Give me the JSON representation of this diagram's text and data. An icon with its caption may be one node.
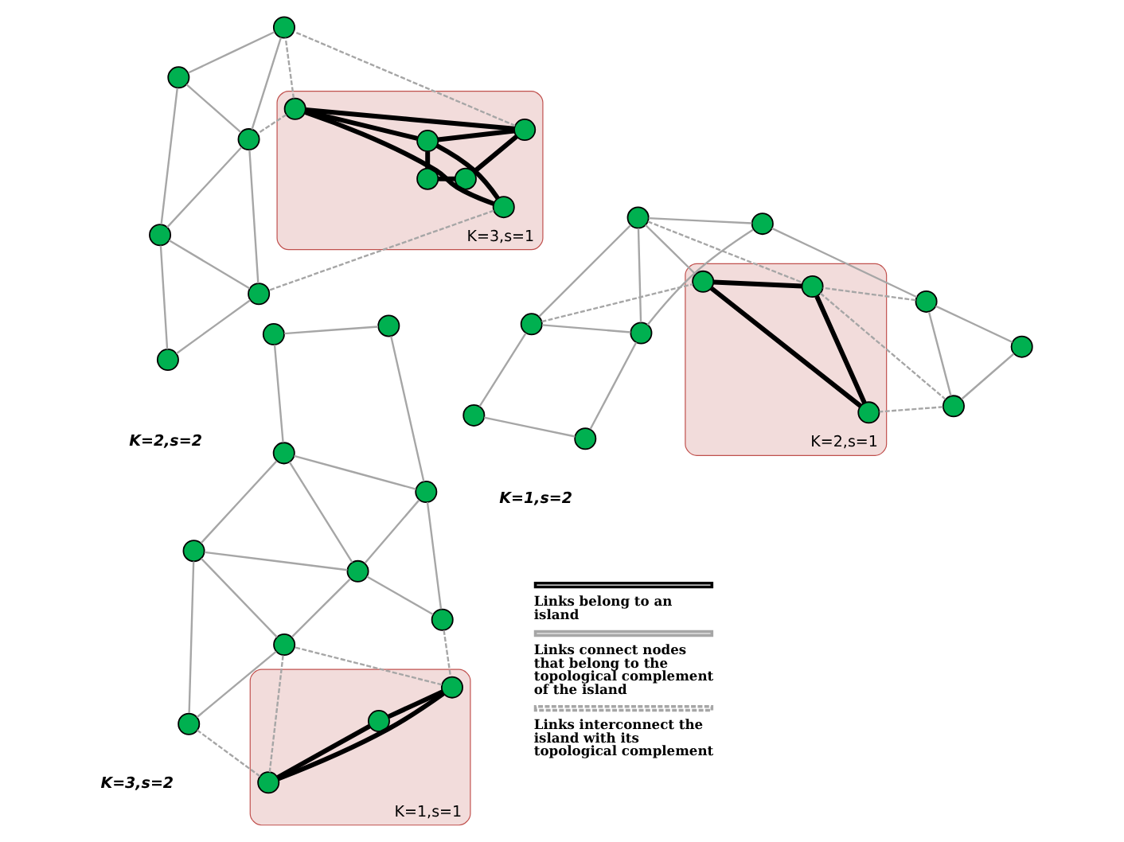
{
  "diagram": {
    "nodes": [
      {
        "text": [
          "K=1,s=1"
        ]
      },
      {
        "text": [],
        "shape": "circle"
      },
      {
        "text": [],
        "shape": "circle"
      },
      {
        "text": [],
        "shape": "circle"
      },
      {
        "text": [],
        "shape": "circle"
      },
      {
        "text": [],
        "shape": "circle"
      },
      {
        "text": [],
        "shape": "circle"
      },
      {
        "text": [],
        "shape": "circle"
      },
      {
        "text": [],
        "shape": "circle",
        "in": 0
      },
      {
        "text": [],
        "shape": "circle",
        "in": 0
      },
      {
        "text": [],
        "shape": "circle",
        "in": 0
      },
      {
        "text": [],
        "shape": "circle"
      },
      {
        "text": [],
        "shape": "circle"
      },
      {
        "text": [
          "K=2,s=1"
        ]
      },
      {
        "text": [],
        "shape": "circle"
      },
      {
        "text": [],
        "shape": "circle"
      },
      {
        "text": [],
        "shape": "circle"
      },
      {
        "text": [],
        "shape": "circle"
      },
      {
        "text": [],
        "shape": "circle"
      },
      {
        "text": [],
        "shape": "circle"
      },
      {
        "text": [],
        "shape": "circle",
        "in": 13
      },
      {
        "text": [],
        "shape": "circle"
      },
      {
        "text": [],
        "shape": "circle"
      },
      {
        "text": [],
        "shape": "circle"
      },
      {
        "text": [],
        "shape": "circle",
        "in": 13
      },
      {
        "text": [],
        "shape": "circle",
        "in": 13
      },
      {
        "text": [
          "K=3,s=1"
        ]
      },
      {
        "text": [],
        "shape": "circle",
        "in": 26
      },
      {
        "text": [],
        "shape": "circle",
        "in": 26
      },
      {
        "text": [],
        "shape": "circle",
        "in": 26
      },
      {
        "text": [],
        "shape": "circle",
        "in": 26
      },
      {
        "text": [],
        "shape": "circle",
        "in": 26
      },
      {
        "text": [],
        "shape": "circle",
        "in": 26
      },
      {
        "text": [],
        "shape": "circle"
      },
      {
        "text": [],
        "shape": "circle"
      },
      {
        "text": [],
        "shape": "circle"
      },
      {
        "text": [],
        "shape": "circle"
      },
      {
        "text": [],
        "shape": "circle"
      },
      {
        "text": [],
        "shape": "circle"
      }
    ],
    "edges": [
      {
        "from": 1,
        "to": 2,
        "arrow": "none"
      },
      {
        "from": 2,
        "to": 3,
        "arrow": "none"
      },
      {
        "from": 3,
        "to": 4,
        "arrow": "none"
      },
      {
        "from": 1,
        "to": 4,
        "arrow": "none"
      },
      {
        "from": 1,
        "to": 5,
        "arrow": "none"
      },
      {
        "from": 1,
        "to": 6,
        "arrow": "none"
      },
      {
        "from": 5,
        "to": 6,
        "arrow": "none"
      },
      {
        "from": 4,
        "to": 6,
        "arrow": "none"
      },
      {
        "from": 6,
        "to": 7,
        "arrow": "none"
      },
      {
        "from": 4,
        "to": 7,
        "arrow": "none"
      },
      {
        "from": 6,
        "to": 11,
        "arrow": "none"
      },
      {
        "from": 7,
        "to": 11,
        "arrow": "none"
      },
      {
        "from": 7,
        "to": 12,
        "arrow": "none"
      },
      {
        "from": 11,
        "to": 12,
        "arrow": "none"
      },
      {
        "from": 8,
        "to": 9,
        "arrow": "none",
        "style": "thick",
        "color": "#000000"
      },
      {
        "from": 8,
        "to": 10,
        "arrow": "none",
        "style": "thick",
        "color": "#000000"
      },
      {
        "from": 9,
        "to": 10,
        "arrow": "none",
        "style": "thick",
        "color": "#000000"
      },
      {
        "from": 5,
        "to": 8,
        "arrow": "none",
        "style": "dashed"
      },
      {
        "from": 8,
        "to": 11,
        "arrow": "none",
        "style": "dashed"
      },
      {
        "from": 11,
        "to": 10,
        "arrow": "none",
        "style": "dashed"
      },
      {
        "from": 10,
        "to": 12,
        "arrow": "none",
        "style": "dashed"
      },
      {
        "from": 14,
        "to": 15,
        "arrow": "none"
      },
      {
        "from": 15,
        "to": 16,
        "arrow": "none"
      },
      {
        "from": 16,
        "to": 17,
        "arrow": "none"
      },
      {
        "from": 14,
        "to": 17,
        "arrow": "none"
      },
      {
        "from": 14,
        "to": 18,
        "arrow": "none"
      },
      {
        "from": 14,
        "to": 19,
        "arrow": "none"
      },
      {
        "from": 18,
        "to": 19,
        "arrow": "none"
      },
      {
        "from": 17,
        "to": 19,
        "arrow": "none"
      },
      {
        "from": 19,
        "to": 20,
        "arrow": "none"
      },
      {
        "from": 18,
        "to": 21,
        "arrow": "none"
      },
      {
        "from": 21,
        "to": 22,
        "arrow": "none"
      },
      {
        "from": 21,
        "to": 23,
        "arrow": "none"
      },
      {
        "from": 22,
        "to": 23,
        "arrow": "none"
      },
      {
        "from": 20,
        "to": 24,
        "arrow": "none",
        "style": "thick",
        "color": "#000000"
      },
      {
        "from": 24,
        "to": 25,
        "arrow": "none",
        "style": "thick",
        "color": "#000000"
      },
      {
        "from": 20,
        "to": 25,
        "arrow": "none",
        "style": "thick",
        "color": "#000000"
      },
      {
        "from": 17,
        "to": 20,
        "arrow": "none",
        "style": "dashed"
      },
      {
        "from": 19,
        "to": 24,
        "arrow": "none",
        "style": "dashed"
      },
      {
        "from": 21,
        "to": 24,
        "arrow": "none",
        "style": "dashed"
      },
      {
        "from": 24,
        "to": 23,
        "arrow": "none",
        "style": "dashed"
      },
      {
        "from": 23,
        "to": 25,
        "arrow": "none",
        "style": "dashed"
      },
      {
        "from": 27,
        "to": 28,
        "arrow": "none",
        "style": "thick",
        "color": "#000000"
      },
      {
        "from": 28,
        "to": 29,
        "arrow": "none",
        "style": "thick",
        "color": "#000000"
      },
      {
        "from": 29,
        "to": 30,
        "arrow": "none",
        "style": "thick",
        "color": "#000000"
      },
      {
        "from": 27,
        "to": 30,
        "arrow": "none",
        "style": "thick",
        "color": "#000000"
      },
      {
        "from": 27,
        "to": 31,
        "arrow": "none",
        "style": "thick",
        "color": "#000000"
      },
      {
        "from": 27,
        "to": 32,
        "arrow": "none",
        "style": "thick",
        "color": "#000000"
      },
      {
        "from": 31,
        "to": 32,
        "arrow": "none",
        "style": "thick",
        "color": "#000000"
      },
      {
        "from": 30,
        "to": 32,
        "arrow": "none",
        "style": "thick",
        "color": "#000000"
      },
      {
        "from": 31,
        "to": 34,
        "arrow": "none",
        "style": "dashed"
      },
      {
        "from": 32,
        "to": 37,
        "arrow": "none",
        "style": "dashed"
      },
      {
        "from": 32,
        "to": 33,
        "arrow": "none",
        "style": "dashed"
      },
      {
        "from": 30,
        "to": 33,
        "arrow": "none",
        "style": "dashed"
      },
      {
        "from": 34,
        "to": 35,
        "arrow": "none"
      },
      {
        "from": 34,
        "to": 37,
        "arrow": "none"
      },
      {
        "from": 34,
        "to": 36,
        "arrow": "none"
      },
      {
        "from": 35,
        "to": 36,
        "arrow": "none"
      },
      {
        "from": 37,
        "to": 36,
        "arrow": "none"
      },
      {
        "from": 33,
        "to": 37,
        "arrow": "none"
      },
      {
        "from": 37,
        "to": 38,
        "arrow": "none"
      },
      {
        "from": 33,
        "to": 38,
        "arrow": "none"
      },
      {
        "from": 36,
        "to": 38,
        "arrow": "none"
      }
    ],
    "labels": [
      "K=1,s=2",
      "K=2,s=2",
      "K=3,s=2"
    ],
    "legend": [
      {
        "text": "Links belong to an island"
      },
      {
        "text": "Links connect nodes that belong to the topological complement of the island"
      },
      {
        "text": "Links interconnect the island with its topological complement"
      }
    ]
  }
}
